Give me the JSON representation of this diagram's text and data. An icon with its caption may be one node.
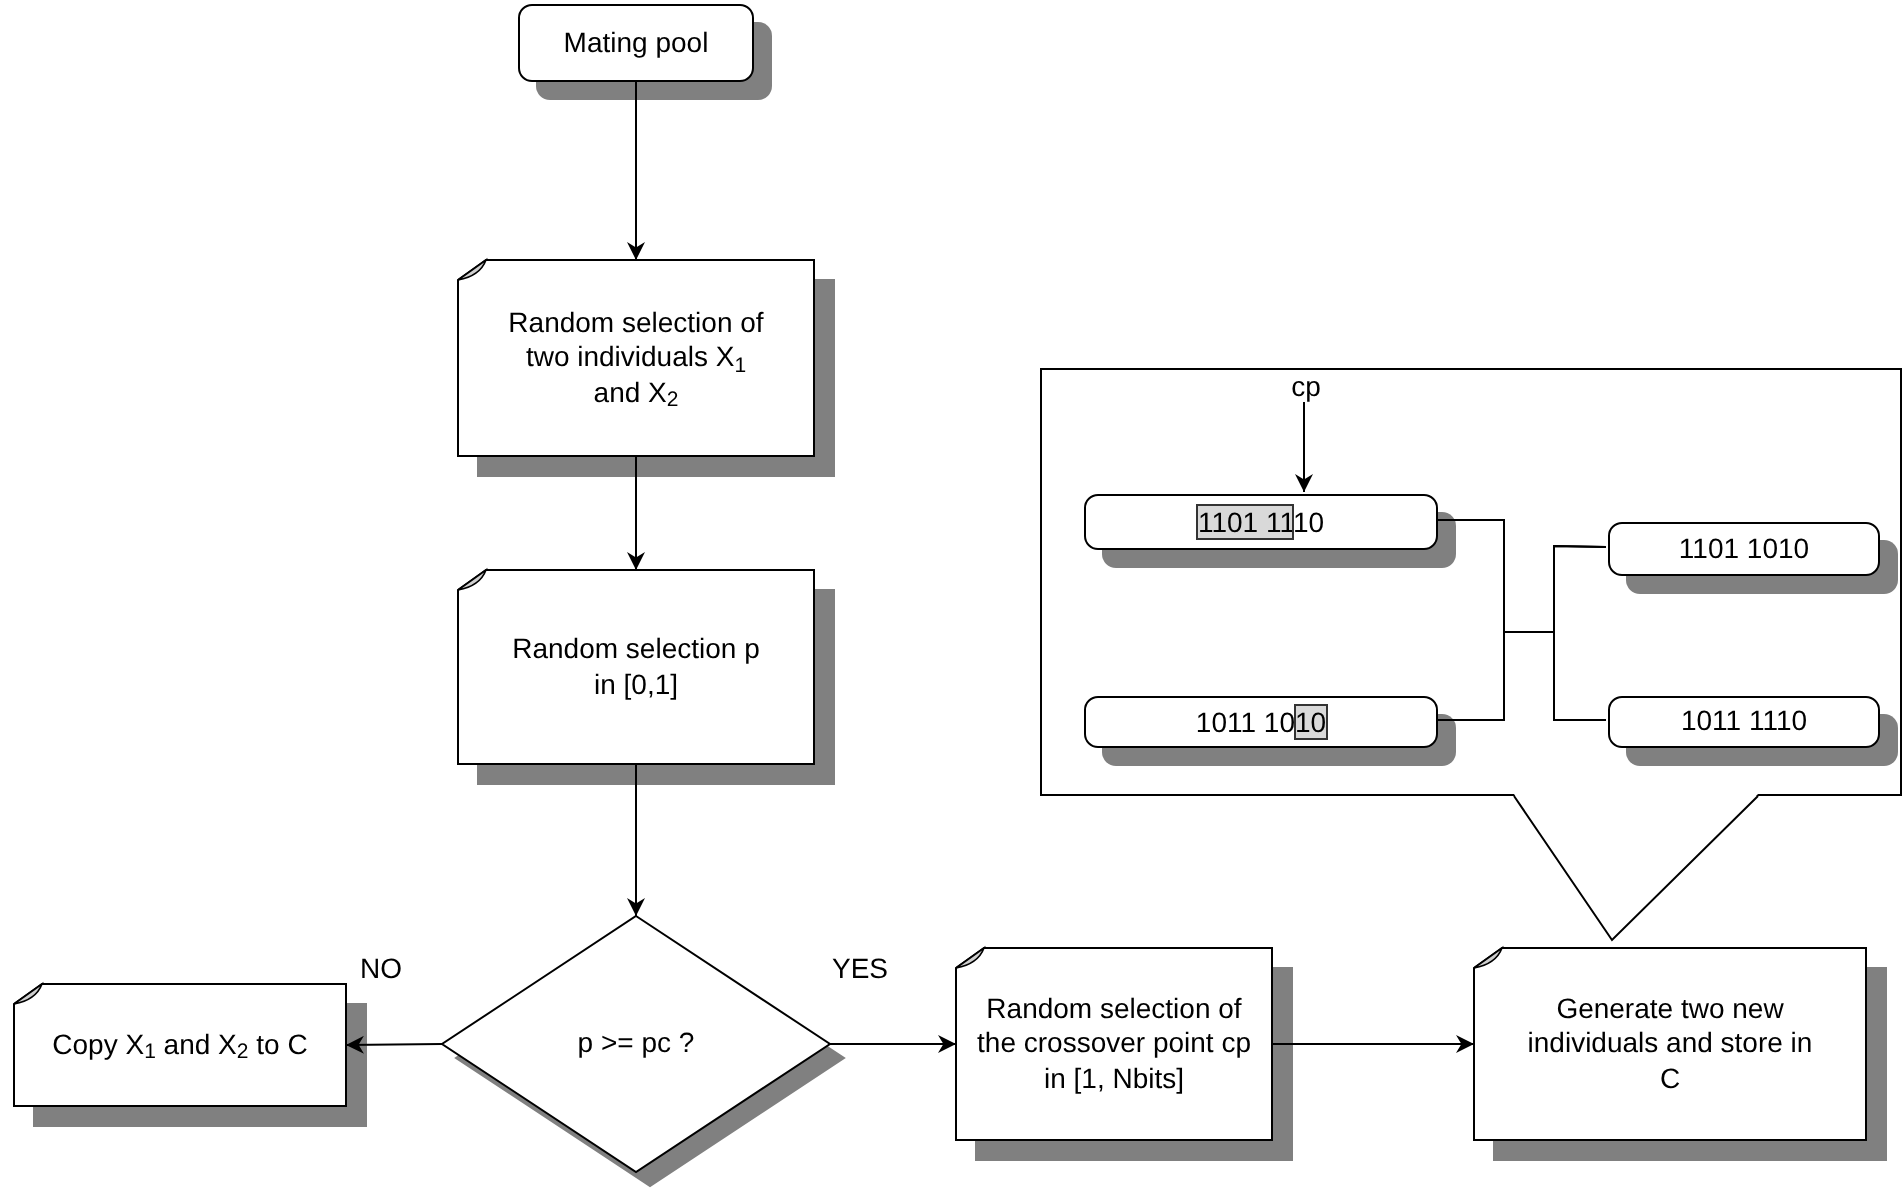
{
  "diagram": {
    "nodes": [
      {
        "text": [
          "Mating pool"
        ]
      },
      {
        "text": [
          "Random selection of two individuals X$_{1}$ and X$_{2}$"
        ]
      },
      {
        "text": [
          "Random selection p in [0,1]"
        ]
      },
      {
        "text": [
          "p >= pc ?"
        ]
      },
      {
        "text": [
          "Copy X$_{1}$ and X$_{2}$ to C"
        ]
      },
      {
        "text": [
          "Random selection of the crossover point cp in [1, Nbits]"
        ]
      },
      {
        "text": [
          "Generate two new individuals and store in C"
        ]
      },
      {
        "text": [],
        "shape": "box"
      },
      {
        "text": [
          "cp"
        ],
        "in": 7
      },
      {
        "text": [
          "1101 1110"
        ],
        "in": 7
      },
      {
        "text": [
          "1011 1010"
        ],
        "in": 7
      },
      {
        "text": [
          "1101 1010"
        ],
        "in": 7
      },
      {
        "text": [
          "1011 1110"
        ],
        "in": 7
      }
    ],
    "edges": [
      {
        "from": 0,
        "to": 1,
        "arrow": "to"
      },
      {
        "from": 1,
        "to": 2,
        "arrow": "to"
      },
      {
        "from": 2,
        "to": 3,
        "arrow": "to"
      },
      {
        "from": 3,
        "to": 4,
        "arrow": "to",
        "label": "NO"
      },
      {
        "from": 3,
        "to": 5,
        "arrow": "to",
        "label": "YES"
      },
      {
        "from": 5,
        "to": 6,
        "arrow": "to"
      },
      {
        "from": 8,
        "to": 9,
        "arrow": "to"
      },
      {
        "from": 9,
        "to": 11,
        "arrow": "none"
      },
      {
        "from": 9,
        "to": 12,
        "arrow": "none"
      },
      {
        "from": 10,
        "to": 11,
        "arrow": "none"
      },
      {
        "from": 10,
        "to": 12,
        "arrow": "none"
      }
    ]
  }
}
